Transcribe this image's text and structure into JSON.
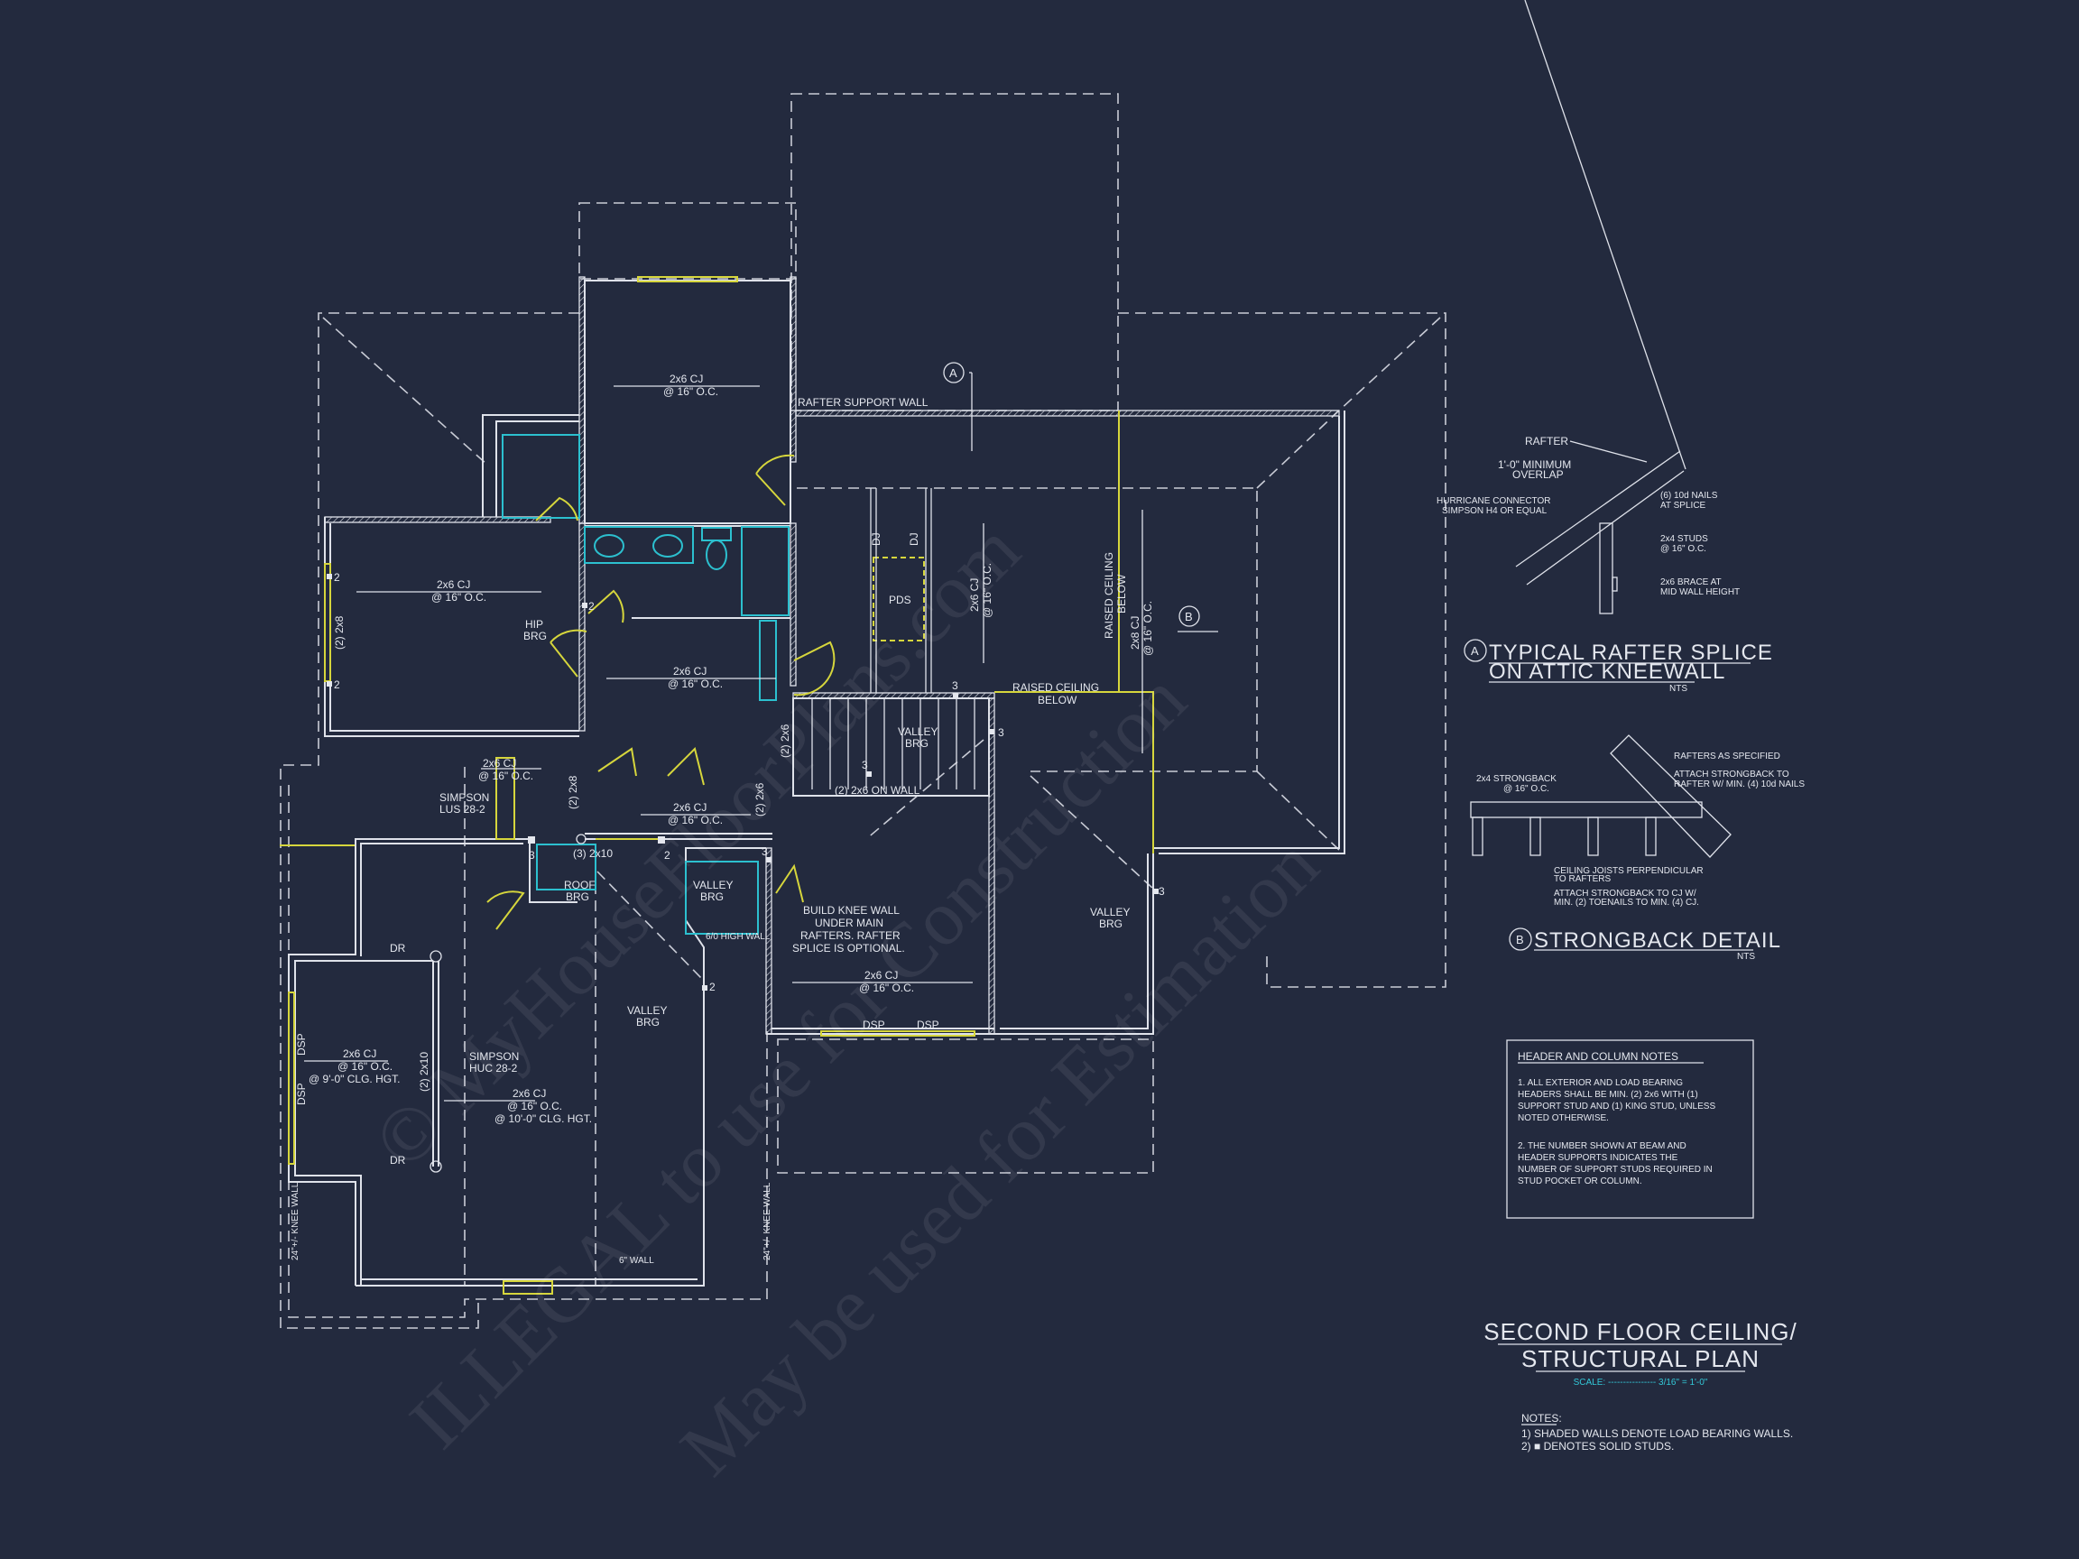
{
  "colors": {
    "background": "#232a3e",
    "lines": "#dfe2ea",
    "window_door": "#d6d63c",
    "fixtures": "#2cc0cf",
    "scale_text": "#33c8d8"
  },
  "watermark": {
    "line1": "© MyHouseFloorPlans.com",
    "line2": "ILLEGAL to use for Construction",
    "line3": "May be used for Estimation"
  },
  "plan": {
    "cj_16": "2x6 CJ",
    "oc_16": "@ 16\" O.C.",
    "rafter_support_wall": "RAFTER SUPPORT WALL",
    "callout_a": "A",
    "callout_b": "B",
    "hip_brg_1": "HIP",
    "hip_brg_2": "BRG",
    "two_2x8": "(2) 2x8",
    "num_2": "2",
    "num_3": "3",
    "dj": "DJ",
    "pds": "PDS",
    "cj_vertical": "2x6 CJ",
    "oc_vertical": "@ 16\" O.C.",
    "raised_ceiling_1": "RAISED CEILING",
    "raised_ceiling_2": "BELOW",
    "cj_2x8": "2x8 CJ",
    "valley": "VALLEY",
    "brg": "BRG",
    "two_2x6_on_wall": "(2) 2x6 ON WALL",
    "two_2x6": "(2) 2x6",
    "simpson_lus_1": "SIMPSON",
    "simpson_lus_2": "LUS 28-2",
    "three_2x10": "(3) 2x10",
    "roof": "ROOF",
    "high_wall": "6/0 HIGH WALL",
    "knee_note": [
      "BUILD KNEE WALL",
      "UNDER MAIN",
      "RAFTERS. RAFTER",
      "SPLICE IS OPTIONAL."
    ],
    "dsp": "DSP",
    "dr": "DR",
    "clg_9": "@ 9'-0\" CLG. HGT.",
    "clg_10": "@ 10'-0\" CLG. HGT.",
    "two_2x10": "(2) 2x10",
    "simpson_huc_1": "SIMPSON",
    "simpson_huc_2": "HUC 28-2",
    "knee_wall_24": "24\"+/- KNEE WALL",
    "six_wall": "6\" WALL"
  },
  "detail_a": {
    "rafter": "RAFTER",
    "overlap_1": "1'-0\" MINIMUM",
    "overlap_2": "OVERLAP",
    "hurricane_1": "HURRICANE CONNECTOR",
    "hurricane_2": "SIMPSON H4 OR EQUAL",
    "nails_1": "(6) 10d NAILS",
    "nails_2": "AT SPLICE",
    "studs_1": "2x4 STUDS",
    "studs_2": "@ 16\" O.C.",
    "brace_1": "2x6 BRACE AT",
    "brace_2": "MID WALL HEIGHT",
    "title_1": "TYPICAL RAFTER SPLICE",
    "title_2": "ON ATTIC KNEEWALL",
    "nts": "NTS"
  },
  "detail_b": {
    "rafters": "RAFTERS AS SPECIFIED",
    "attach_rafter_1": "ATTACH STRONGBACK TO",
    "attach_rafter_2": "RAFTER W/ MIN. (4) 10d NAILS",
    "strongback_1": "2x4 STRONGBACK",
    "strongback_2": "@ 16\" O.C.",
    "joists_1": "CEILING JOISTS PERPENDICULAR",
    "joists_2": "TO RAFTERS",
    "attach_cj_1": "ATTACH STRONGBACK TO CJ W/",
    "attach_cj_2": "MIN. (2) TOENAILS TO MIN. (4) CJ.",
    "title": "STRONGBACK DETAIL",
    "nts": "NTS"
  },
  "header_notes": {
    "title": "HEADER AND COLUMN NOTES",
    "note1": [
      "1. ALL EXTERIOR AND LOAD BEARING",
      "HEADERS SHALL BE MIN. (2) 2x6 WITH (1)",
      "SUPPORT STUD AND (1) KING STUD, UNLESS",
      "NOTED OTHERWISE."
    ],
    "note2": [
      "2. THE NUMBER SHOWN AT BEAM AND",
      "HEADER SUPPORTS INDICATES THE",
      "NUMBER OF SUPPORT STUDS REQUIRED IN",
      "STUD POCKET OR COLUMN."
    ]
  },
  "title_block": {
    "title_1": "SECOND FLOOR CEILING/",
    "title_2": "STRUCTURAL PLAN",
    "scale": "SCALE: ---------------- 3/16\" = 1'-0\"",
    "notes_label": "NOTES:",
    "notes": [
      "1) SHADED WALLS DENOTE LOAD BEARING WALLS.",
      "2) ■ DENOTES SOLID STUDS."
    ]
  }
}
